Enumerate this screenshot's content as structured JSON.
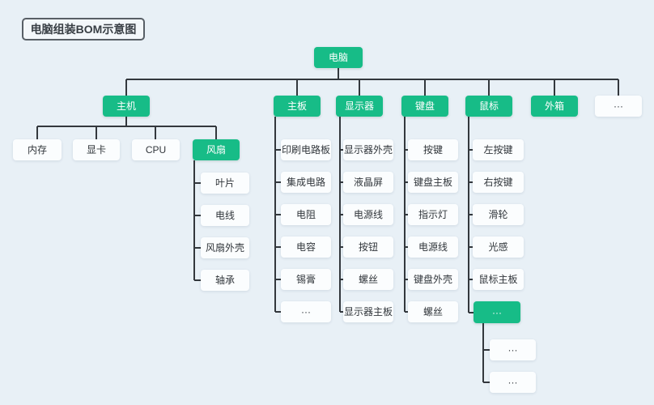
{
  "title": "电脑组装BOM示意图",
  "root": "电脑",
  "level2": [
    "主机",
    "主板",
    "显示器",
    "键盘",
    "鼠标",
    "外箱",
    "···"
  ],
  "host_children": [
    "内存",
    "显卡",
    "CPU",
    "风扇"
  ],
  "fan_children": [
    "叶片",
    "电线",
    "风扇外壳",
    "轴承"
  ],
  "motherboard_children": [
    "印刷电路板",
    "集成电路",
    "电阻",
    "电容",
    "锡膏",
    "···"
  ],
  "monitor_children": [
    "显示器外壳",
    "液晶屏",
    "电源线",
    "按钮",
    "螺丝",
    "显示器主板"
  ],
  "keyboard_children": [
    "按键",
    "键盘主板",
    "指示灯",
    "电源线",
    "键盘外壳",
    "螺丝"
  ],
  "mouse_children": [
    "左按键",
    "右按键",
    "滑轮",
    "光感",
    "鼠标主板",
    "···"
  ],
  "mouse_more_children": [
    "···",
    "···"
  ],
  "palette": {
    "accent_green": "#17BC87",
    "background": "#E8F0F6",
    "node_background": "#FBFDFE",
    "line_color": "#33383D"
  }
}
